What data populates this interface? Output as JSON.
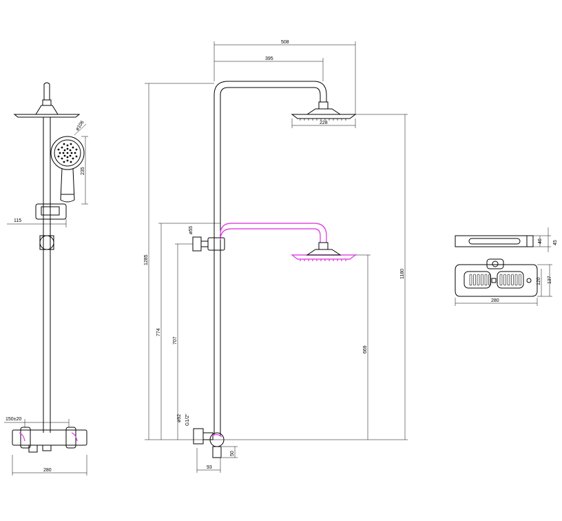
{
  "colors": {
    "line": "#000000",
    "highlight": "#e04be6",
    "background": "#ffffff"
  },
  "dimensions": {
    "arm_length_top": "508",
    "arm_reach_top": "395",
    "head_diameter": "228",
    "overall_height": "1285",
    "head_height": "1180",
    "rail_height": "774",
    "bracket_height": "707",
    "bracket_diameter": "ø55",
    "low_head_height": "669",
    "inlet_diameter": "ø92",
    "inlet_thread": "G1/2\"",
    "wall_offset": "93",
    "valve_depth": "50",
    "handset_diameter": "ø106",
    "handset_length": "235",
    "slider_offset": "115",
    "centres": "150±20",
    "valve_width_left": "280",
    "shelf_depth_a": "40",
    "shelf_depth_b": "45",
    "shelf_width": "280",
    "shelf_height_a": "120",
    "shelf_height_b": "137"
  }
}
